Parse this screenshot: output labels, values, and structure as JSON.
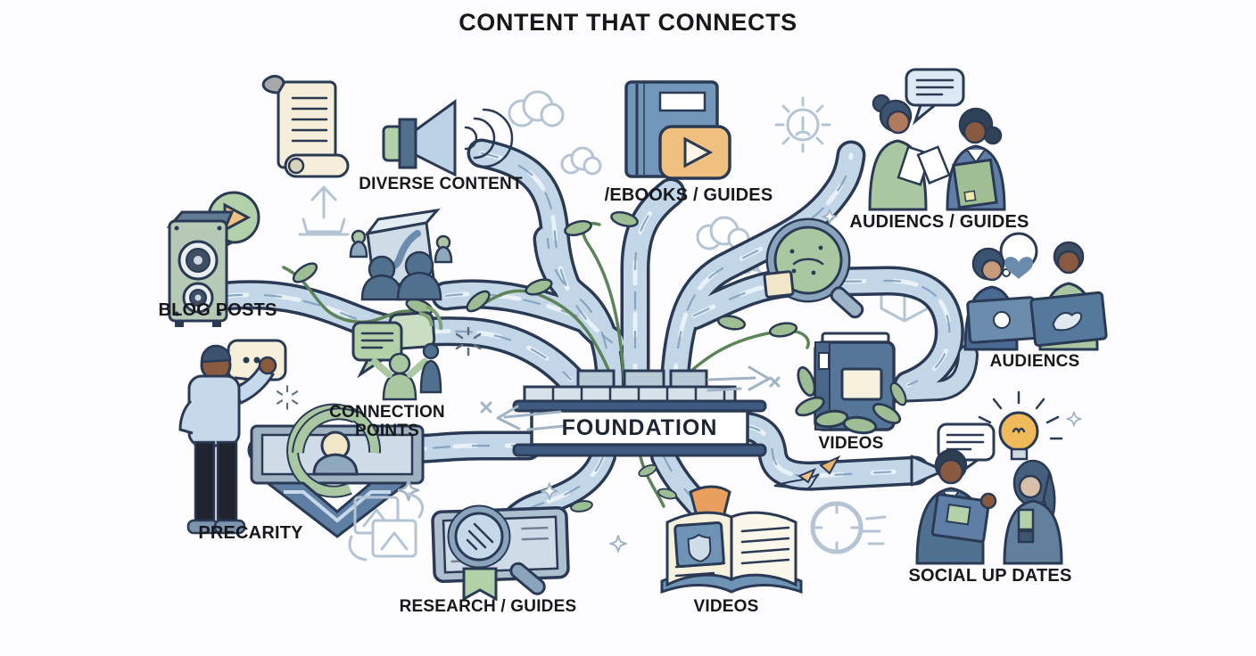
{
  "title": "CONTENT THAT CONNECTS",
  "foundation": {
    "label": "FOUNDATION"
  },
  "labels": {
    "diverse_content": "DIVERSE CONTENT",
    "ebooks_guides": "/EBOOKS / GUIDES",
    "audiences_guides": "AUDIENCS / GUIDES",
    "blog_posts": "BLOG POSTS",
    "audiences": "AUDIENCS",
    "connection_points": "CONNECTION POINTS",
    "videos_right": "VIDEOS",
    "precarity": "PRECARITY",
    "social_updates": "SOCIAL UP DATES",
    "research_guides": "RESEARCH / GUIDES",
    "videos_bottom": "VIDEOS"
  },
  "icons": [
    "scroll-icon",
    "megaphone-icon",
    "ebook-play-book-icon",
    "speaker-play-icon",
    "presentation-check-icon",
    "chat-bubbles-icon",
    "community-monitor-icon",
    "precarity-person-figure",
    "magnifier-analysis-icon",
    "videos-book-icon",
    "open-book-icon",
    "research-tablet-icon",
    "audiences-guides-figures",
    "audiences-laptop-figures",
    "social-updates-figures",
    "lightbulb-icon",
    "clock-icon",
    "cloud-icon",
    "cube-icon",
    "gear-icon",
    "upload-icon",
    "image-swap-icon",
    "sparkle-icon",
    "arrow-icon",
    "pipe-network",
    "quill-icon"
  ],
  "colors": {
    "outline": "#2a3a54",
    "pipe_fill": "#c2d6e8",
    "leaf_green": "#a9c7a1",
    "accent_orange": "#f0b980",
    "book_blue": "#7397bb",
    "navy_bar": "#3f5a80",
    "cream": "#f4eeda",
    "background": "#fdfdff"
  }
}
